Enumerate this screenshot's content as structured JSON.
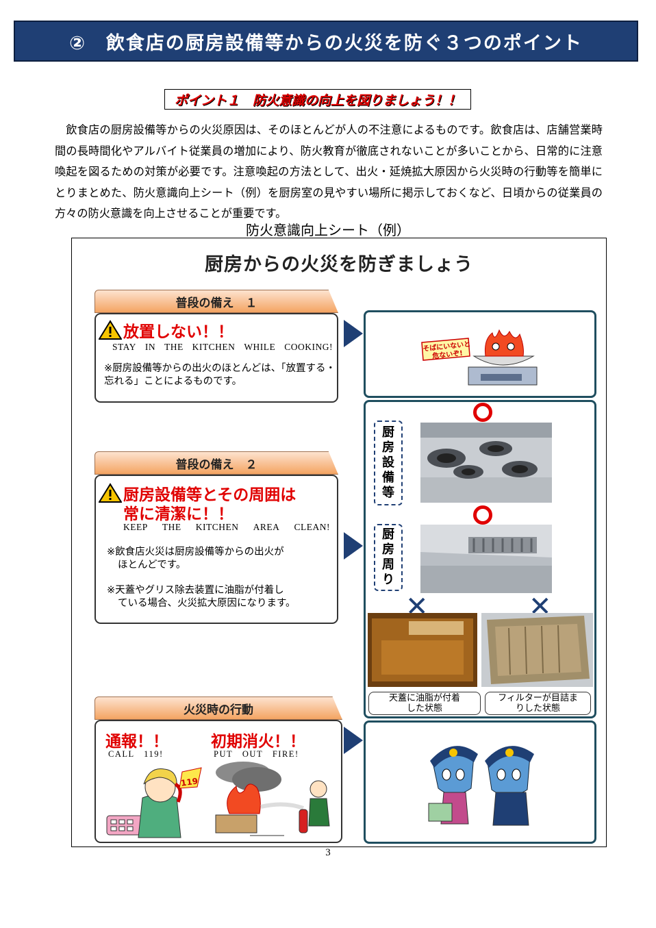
{
  "header": {
    "title": "②　飲食店の厨房設備等からの火災を防ぐ３つのポイント"
  },
  "point1": {
    "heading": "ポイント１　防火意識の向上を図りましょう！！"
  },
  "intro": {
    "text": "飲食店の厨房設備等からの火災原因は、そのほとんどが人の不注意によるものです。飲食店は、店舗営業時間の長時間化やアルバイト従業員の増加により、防火教育が徹底されないことが多いことから、日常的に注意喚起を図るための対策が必要です。注意喚起の方法として、出火・延焼拡大原因から火災時の行動等を簡単にとりまとめた、防火意識向上シート（例）を厨房室の見やすい場所に掲示しておくなど、日頃からの従業員の方々の防火意識を向上させることが重要です。"
  },
  "sheet": {
    "caption": "防火意識向上シート（例）",
    "title": "厨房からの火災を防ぎましょう",
    "section1": {
      "tab": "普段の備え　１",
      "warning": "放置しない！！",
      "english": [
        "STAY",
        "IN",
        "THE",
        "KITCHEN",
        "WHILE",
        "COOKING!"
      ],
      "note": "※厨房設備等からの出火のほとんどは、「放置する・忘れる」ことによるものです。",
      "illustration_sign": "そばにいないと危ないぞ!"
    },
    "section2": {
      "tab": "普段の備え　２",
      "warning_line1": "厨房設備等とその周囲は",
      "warning_line2": "常に清潔に！！",
      "english": [
        "KEEP",
        "THE",
        "KITCHEN",
        "AREA",
        "CLEAN!"
      ],
      "note1_line1": "※飲食店火災は厨房設備等からの出火が",
      "note1_line2": "ほとんどです。",
      "note2_line1": "※天蓋やグリス除去装置に油脂が付着し",
      "note2_line2": "ている場合、火災拡大原因になります。",
      "label_equipment": [
        "厨",
        "房",
        "設",
        "備",
        "等"
      ],
      "label_surroundings": [
        "厨",
        "房",
        "周",
        "り"
      ],
      "good_mark": "○",
      "bad_mark": "✕",
      "caption_hood_line1": "天蓋に油脂が付着",
      "caption_hood_line2": "した状態",
      "caption_filter_line1": "フィルターが目詰ま",
      "caption_filter_line2": "りした状態"
    },
    "section3": {
      "tab": "火災時の行動",
      "action1": "通報！！",
      "action1_en": "CALL　119!",
      "action2": "初期消火！！",
      "action2_en": "PUT　OUT　FIRE!",
      "phone_sign": "119"
    }
  },
  "footer": {
    "page_number": "3"
  },
  "colors": {
    "navy": "#1f3f74",
    "red": "#e00000",
    "tab_orange": "#f4a462",
    "box_border": "#1f4e5f"
  }
}
